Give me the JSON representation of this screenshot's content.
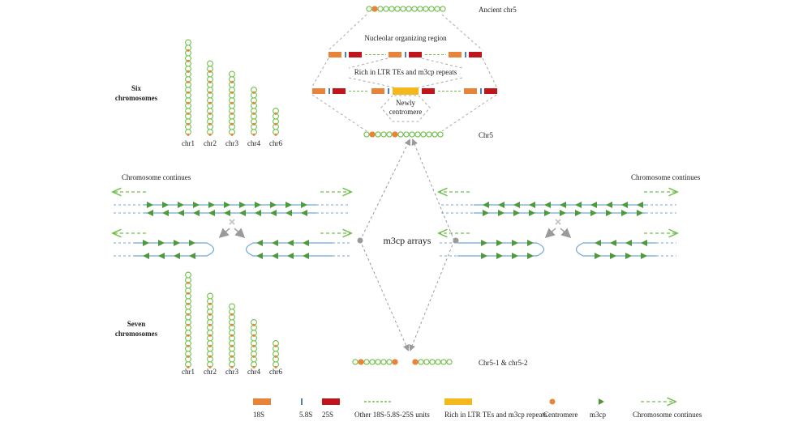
{
  "labels": {
    "ancient": "Ancient chr5",
    "nor": "Nucleolar organizing region",
    "ltr": "Rich in LTR TEs and m3cp repeats",
    "newly_1": "Newly",
    "newly_2": "centromere",
    "chr5": "Chr5",
    "six_1": "Six",
    "six_2": "chromosomes",
    "seven_1": "Seven",
    "seven_2": "chromosomes",
    "chrom_continues_left": "Chromosome continues",
    "chrom_continues_right": "Chromosome continues",
    "m3cp_arrays": "m3cp arrays",
    "chr5_split": "Chr5-1 & chr5-2"
  },
  "six_chromosomes": [
    {
      "name": "chr1",
      "beads": 18
    },
    {
      "name": "chr2",
      "beads": 14
    },
    {
      "name": "chr3",
      "beads": 12
    },
    {
      "name": "chr4",
      "beads": 9
    },
    {
      "name": "chr6",
      "beads": 5
    }
  ],
  "seven_chromosomes": [
    {
      "name": "chr1",
      "beads": 18
    },
    {
      "name": "chr2",
      "beads": 14
    },
    {
      "name": "chr3",
      "beads": 12
    },
    {
      "name": "chr4",
      "beads": 9
    },
    {
      "name": "chr6",
      "beads": 5
    }
  ],
  "legend": [
    {
      "label": "18S",
      "kind": "rect",
      "color": "#e8843a"
    },
    {
      "label": "5.8S",
      "kind": "tick",
      "color": "#4a7fbf"
    },
    {
      "label": "25S",
      "kind": "rect",
      "color": "#c0161b"
    },
    {
      "label": "Other 18S-5.8S-25S units",
      "kind": "dash",
      "color": "#6fbf4a"
    },
    {
      "label": "Rich in LTR TEs and m3cp repeats",
      "kind": "rect",
      "color": "#f5b81c"
    },
    {
      "label": "Centromere",
      "kind": "dot",
      "color": "#e8843a"
    },
    {
      "label": "m3cp",
      "kind": "tri",
      "color": "#4c9a3a"
    },
    {
      "label": "Chromosome continues",
      "kind": "arrow",
      "color": "#6fbf4a"
    }
  ],
  "colors": {
    "green": "#6fbf4a",
    "dark_green": "#4c9a3a",
    "orange": "#e8843a",
    "red": "#c0161b",
    "yellow": "#f5b81c",
    "blue": "#6ea8d8",
    "grey": "#9a9a9a"
  }
}
